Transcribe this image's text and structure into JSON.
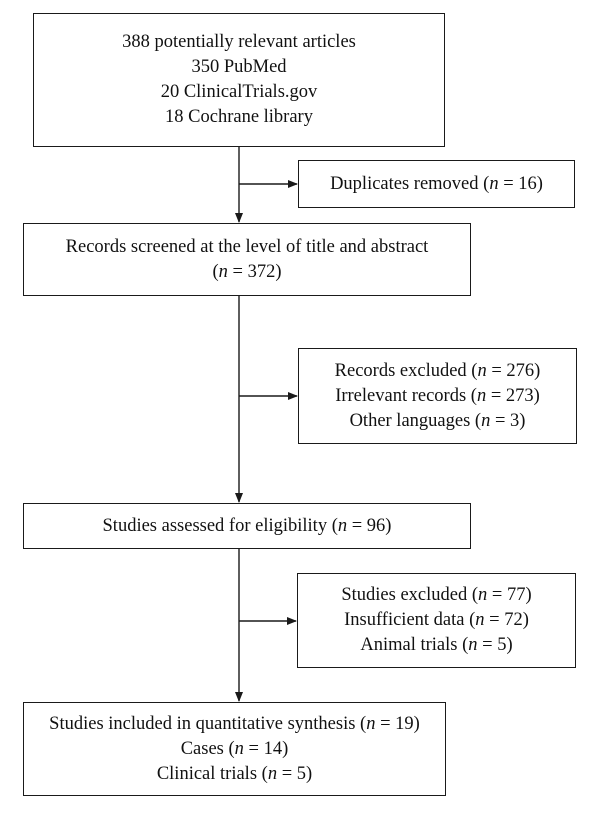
{
  "identification": {
    "title": "388 potentially relevant articles",
    "sources": [
      "350 PubMed",
      "20 ClinicalTrials.gov",
      "18 Cochrane library"
    ]
  },
  "duplicates": {
    "text": "Duplicates removed (",
    "n": "16"
  },
  "screened": {
    "title": "Records screened at the level of title and abstract",
    "n": "372"
  },
  "excluded_screening": {
    "title": {
      "text": "Records excluded (",
      "n": "276"
    },
    "items": [
      {
        "text": "Irrelevant records (",
        "n": "273"
      },
      {
        "text": "Other languages (",
        "n": "3"
      }
    ]
  },
  "eligibility": {
    "text": "Studies assessed for eligibility (",
    "n": "96"
  },
  "excluded_eligibility": {
    "title": {
      "text": "Studies excluded (",
      "n": "77"
    },
    "items": [
      {
        "text": "Insufficient data (",
        "n": "72"
      },
      {
        "text": "Animal trials (",
        "n": "5"
      }
    ]
  },
  "included": {
    "title": {
      "text": "Studies included in quantitative synthesis (",
      "n": "19"
    },
    "items": [
      {
        "text": "Cases (",
        "n": "14"
      },
      {
        "text": "Clinical trials (",
        "n": "5"
      }
    ]
  },
  "n_symbol": "n",
  "equals": " = ",
  "close_paren": ")"
}
